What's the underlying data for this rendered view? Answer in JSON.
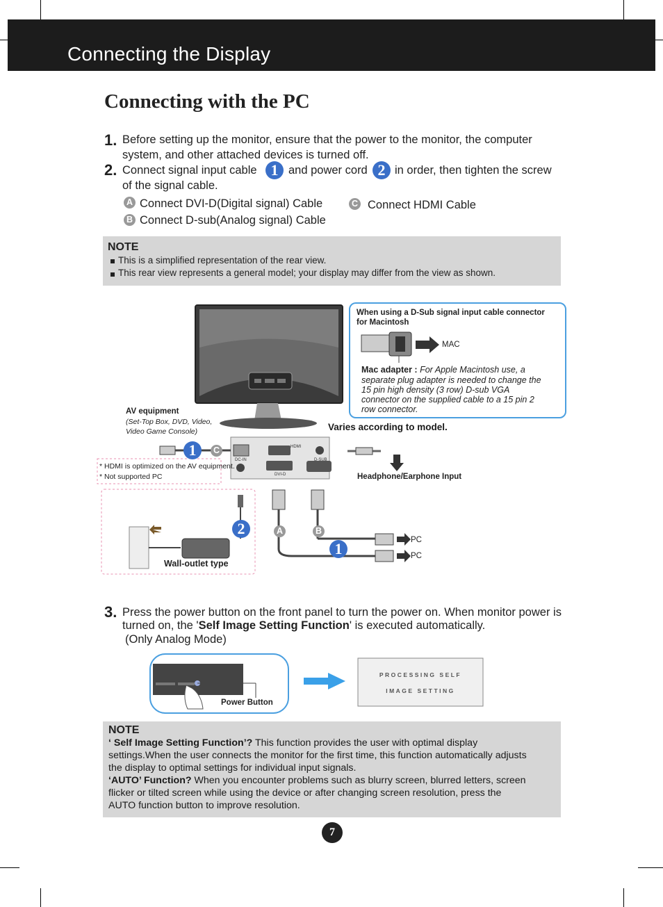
{
  "header": {
    "title": "Connecting the Display"
  },
  "section_title": "Connecting with the PC",
  "steps": {
    "s1_num": "1.",
    "s1_line1": "Before setting up the monitor, ensure that the power to the monitor, the computer",
    "s1_line2": "system, and other attached devices is turned off.",
    "s2_num": "2.",
    "s2_a": "Connect signal input cable",
    "s2_badge1": "1",
    "s2_b": "and power cord",
    "s2_badge2": "2",
    "s2_c": "in order, then tighten the screw",
    "s2_line2": "of the signal cable.",
    "opt_a_letter": "A",
    "opt_a": "Connect DVI-D(Digital signal) Cable",
    "opt_b_letter": "B",
    "opt_b": "Connect D-sub(Analog signal) Cable",
    "opt_c_letter": "C",
    "opt_c": "Connect HDMI Cable",
    "s3_num": "3.",
    "s3_line1": "Press the power button on the front panel to turn the power on. When monitor power is",
    "s3_line2_a": "turned on, the '",
    "s3_line2_b": "Self Image Setting Function",
    "s3_line2_c": "' is executed automatically.",
    "s3_line3": "(Only Analog Mode)"
  },
  "note1": {
    "heading": "NOTE",
    "items": [
      "This is a simplified representation of the rear view.",
      "This rear view represents a general model; your display may differ from the view as shown."
    ]
  },
  "diagram": {
    "mac_box_title1": "When using a D-Sub signal input cable connector",
    "mac_box_title2": "for Macintosh",
    "mac_label": "MAC",
    "mac_adapter_label": "Mac adapter :",
    "mac_adapter_line1": "For Apple Macintosh use, a",
    "mac_adapter_line2": "separate plug adapter is needed to change the",
    "mac_adapter_line3": "15 pin high density (3 row) D-sub VGA",
    "mac_adapter_line4": "connector on the supplied cable to a 15 pin  2",
    "mac_adapter_line5": "row connector.",
    "varies": "Varies according to model.",
    "av_title": "AV equipment",
    "av_sub1": "(Set-Top Box, DVD, Video,",
    "av_sub2": "Video Game Console)",
    "hdmi_note1": "* HDMI is optimized on the AV equipment.",
    "hdmi_note2": "* Not supported PC",
    "port_hdmi": "HDMI",
    "port_dcin": "DC-IN",
    "port_dsub": "D-SUB",
    "port_dvid": "DVI-D",
    "headphone": "Headphone/Earphone Input",
    "wall_outlet": "Wall-outlet type",
    "pc1": "PC",
    "pc2": "PC",
    "badge1": "1",
    "badge2": "2",
    "letter_a": "A",
    "letter_b": "B",
    "letter_c": "C"
  },
  "power_figure": {
    "power_button_label": "Power Button",
    "screen_line1": "PROCESSING SELF",
    "screen_line2": "IMAGE SETTING"
  },
  "note2": {
    "heading": "NOTE",
    "q1_bold": "‘ Self Image Setting Function’?",
    "q1_text": " This function provides the user with optimal display",
    "q1_line2": "settings.When the user connects the monitor for the first time, this function automatically adjusts",
    "q1_line3": "the display to optimal settings for individual input signals.",
    "q2_bold": "‘AUTO’ Function?",
    "q2_text": " When you encounter problems such as blurry screen, blurred letters, screen",
    "q2_line2": "flicker or tilted screen while using the device or after changing screen resolution, press the",
    "q2_line3": "AUTO function button to improve resolution."
  },
  "page_number": "7",
  "colors": {
    "header_bg": "#1c1c1c",
    "badge_blue": "#3a6fc8",
    "note_bg": "#d6d6d6",
    "frame_blue": "#4a9fe0",
    "arrow_blue": "#3aa0e8"
  }
}
